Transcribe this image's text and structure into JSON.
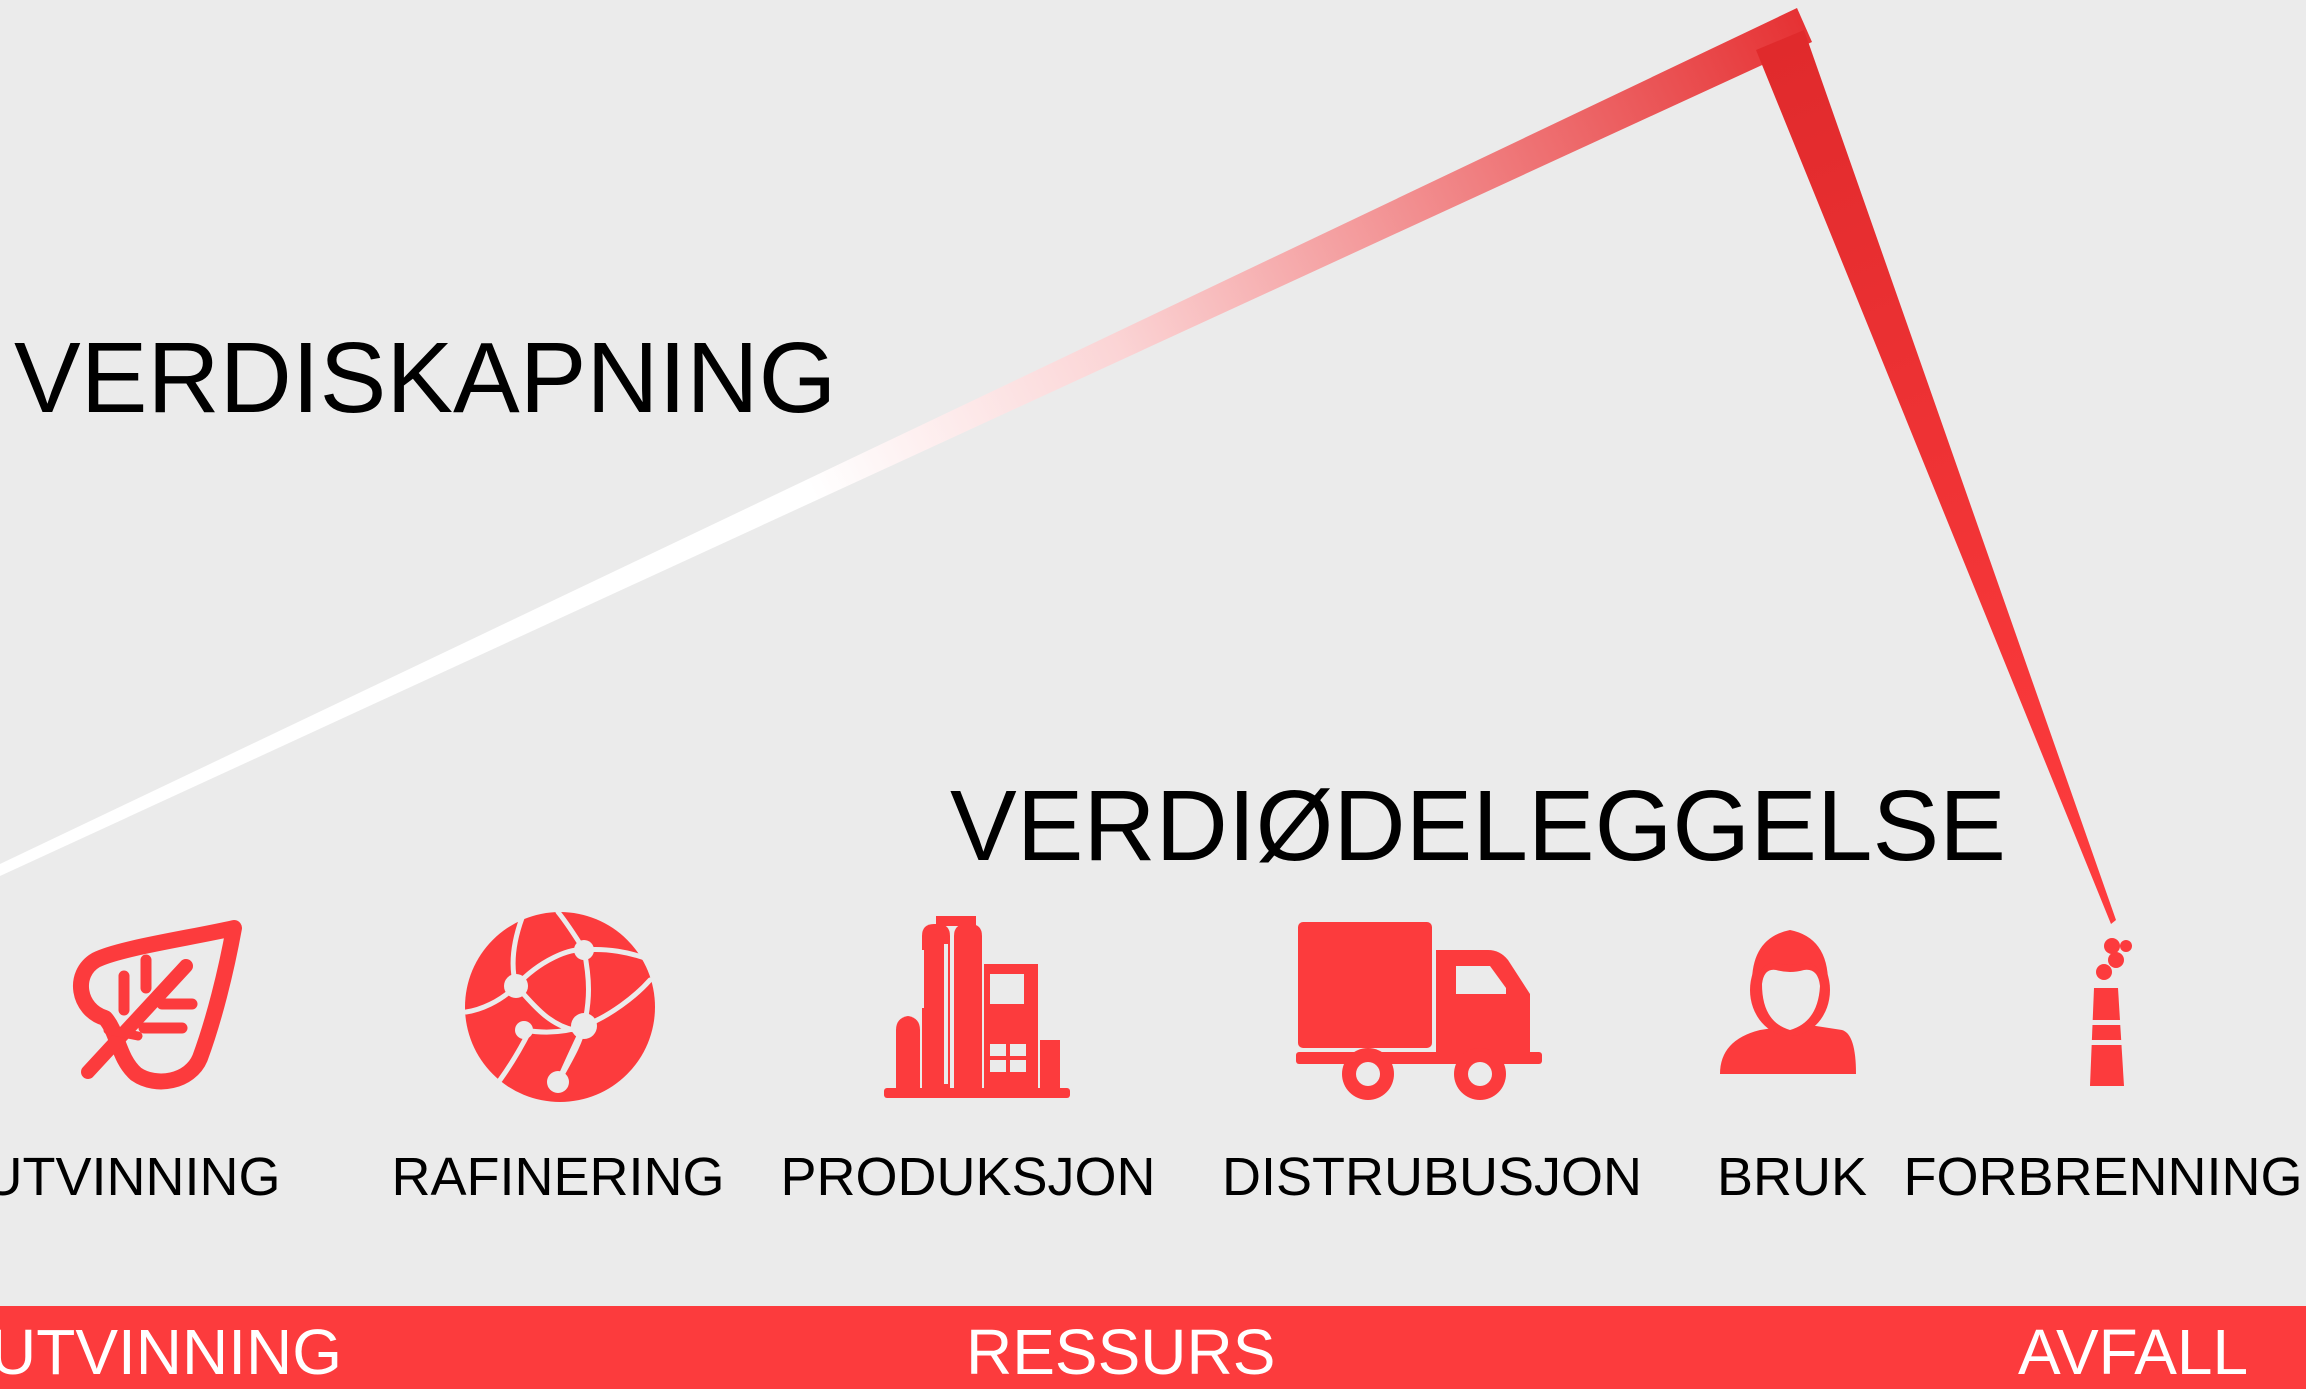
{
  "titles": {
    "value_creation": "VERDISKAPNING",
    "value_destruction": "VERDIØDELEGGELSE"
  },
  "stages": [
    {
      "id": "extraction",
      "label": "UTVINNING",
      "icon": "leaf-icon"
    },
    {
      "id": "refining",
      "label": "RAFINERING",
      "icon": "globe-network-icon"
    },
    {
      "id": "production",
      "label": "PRODUKSJON",
      "icon": "factory-icon"
    },
    {
      "id": "distribution",
      "label": "DISTRUBUSJON",
      "icon": "truck-icon"
    },
    {
      "id": "use",
      "label": "BRUK",
      "icon": "person-icon"
    },
    {
      "id": "incineration",
      "label": "FORBRENNING",
      "icon": "chimney-icon"
    }
  ],
  "bottom_bar": {
    "left": "UTVINNING",
    "center": "RESSURS",
    "right": "AVFALL"
  },
  "colors": {
    "accent": "#fc3b3d",
    "background": "#ebebeb",
    "text": "#000000",
    "bar_text": "#ffffff"
  }
}
